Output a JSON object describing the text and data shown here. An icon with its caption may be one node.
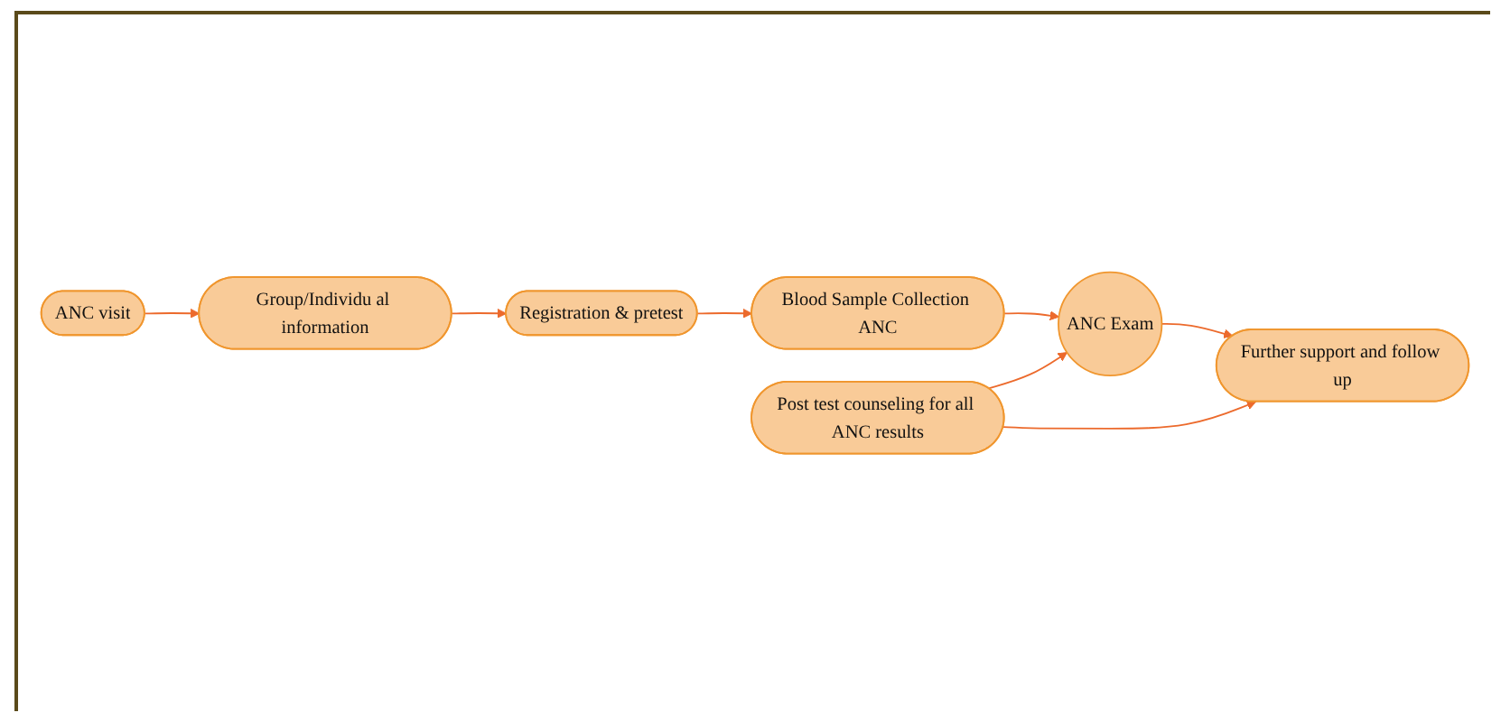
{
  "diagram": {
    "nodes": [
      {
        "text": [
          "Registration & pretest"
        ]
      },
      {
        "text": [
          "Blood Sample Collection ANC"
        ]
      },
      {
        "text": [
          "Group/Individu al information"
        ]
      },
      {
        "text": [
          "Post test counseling for all ANC results"
        ]
      },
      {
        "text": [
          "ANC Exam"
        ]
      },
      {
        "text": [
          "ANC visit"
        ]
      },
      {
        "text": [
          "Further support and follow up"
        ]
      }
    ],
    "edges": [
      {
        "from": 5,
        "to": 2,
        "arrow": "to"
      },
      {
        "from": 2,
        "to": 0,
        "arrow": "to"
      },
      {
        "from": 0,
        "to": 1,
        "arrow": "to"
      },
      {
        "from": 1,
        "to": 4,
        "arrow": "to"
      },
      {
        "from": 3,
        "to": 4,
        "arrow": "to"
      },
      {
        "from": 3,
        "to": 6,
        "arrow": "to"
      },
      {
        "from": 4,
        "to": 6,
        "arrow": "to"
      }
    ]
  }
}
